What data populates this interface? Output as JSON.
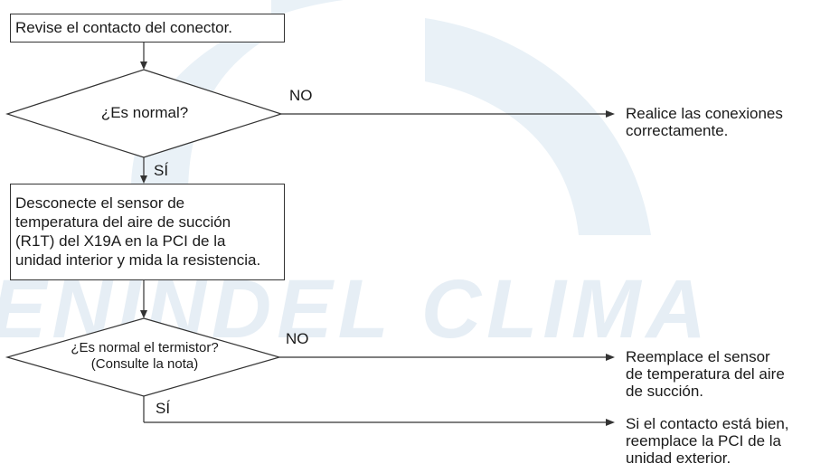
{
  "watermark": {
    "text": "ENINDEL CLIMA"
  },
  "flow": {
    "step1": "Revise el contacto del conector.",
    "q1": "¿Es normal?",
    "q1_no": "NO",
    "q1_yes": "SÍ",
    "out1_line1": "Realice las conexiones",
    "out1_line2": "correctamente.",
    "step2_line1": "Desconecte el sensor de",
    "step2_line2": "temperatura del aire de succión",
    "step2_line3": "(R1T) del X19A en la PCI de la",
    "step2_line4": "unidad interior y mida la resistencia.",
    "q2_line1": "¿Es normal el termistor?",
    "q2_line2": "(Consulte la nota)",
    "q2_no": "NO",
    "q2_yes": "SÍ",
    "out2_line1": "Reemplace el sensor",
    "out2_line2": "de temperatura del aire",
    "out2_line3": "de succión.",
    "out3_line1": "Si el contacto está bien,",
    "out3_line2": "reemplace la PCI de la",
    "out3_line3": "unidad exterior."
  }
}
